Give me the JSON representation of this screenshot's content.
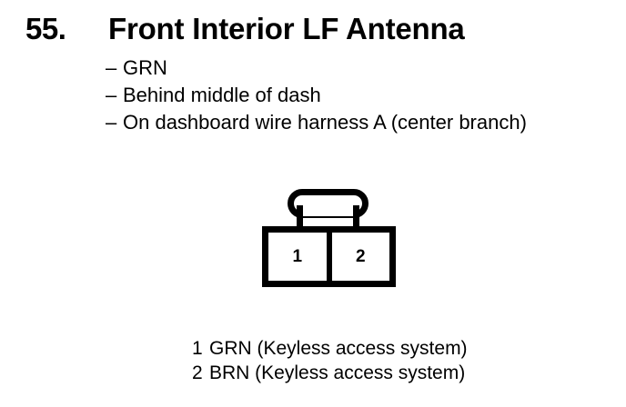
{
  "page": {
    "background_color": "#ffffff",
    "ink_color": "#000000"
  },
  "header": {
    "item_number": "55.",
    "title": "Front Interior LF Antenna"
  },
  "spec_list": {
    "dash": "–",
    "items": [
      {
        "text": "GRN"
      },
      {
        "text": "Behind middle of dash"
      },
      {
        "text": "On dashboard wire harness A (center branch)"
      }
    ]
  },
  "connector": {
    "name": "2-pin connector",
    "cells": [
      {
        "label": "1"
      },
      {
        "label": "2"
      }
    ]
  },
  "pin_legend": {
    "rows": [
      {
        "pin": "1",
        "description": "GRN (Keyless access system)"
      },
      {
        "pin": "2",
        "description": "BRN (Keyless access system)"
      }
    ]
  }
}
